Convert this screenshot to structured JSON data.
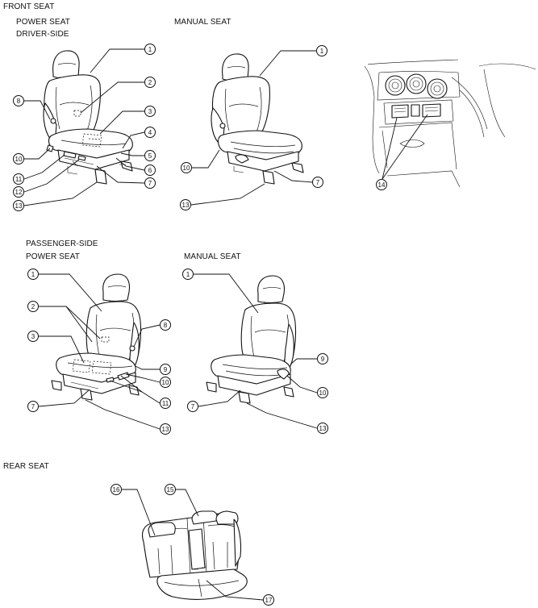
{
  "headings": {
    "front_seat": "FRONT SEAT",
    "power_seat_driver": "POWER SEAT",
    "driver_side": "DRIVER-SIDE",
    "manual_seat_driver": "MANUAL SEAT",
    "passenger_side": "PASSENGER-SIDE",
    "power_seat_passenger": "POWER SEAT",
    "manual_seat_passenger": "MANUAL SEAT",
    "rear_seat": "REAR SEAT"
  },
  "callouts": {
    "driver_power": [
      "1",
      "2",
      "3",
      "4",
      "5",
      "6",
      "7",
      "8",
      "10",
      "11",
      "12",
      "13"
    ],
    "driver_manual": [
      "1",
      "10",
      "7",
      "13"
    ],
    "console": [
      "14"
    ],
    "passenger_power": [
      "1",
      "2",
      "3",
      "8",
      "9",
      "10",
      "11",
      "7",
      "13"
    ],
    "passenger_manual": [
      "1",
      "9",
      "10",
      "7",
      "13"
    ],
    "rear": [
      "16",
      "15",
      "17"
    ]
  }
}
